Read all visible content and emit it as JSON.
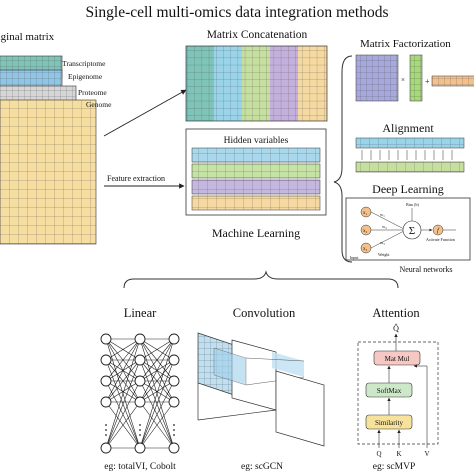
{
  "title": "Single-cell multi-omics data integration methods",
  "original_matrix": {
    "label": "Original matrix",
    "layers": [
      "Transcriptome",
      "Epigenome",
      "Proteome",
      "Genome"
    ]
  },
  "feature_extraction": "Feature extraction",
  "matrix_concatenation": "Matrix Concatenation",
  "machine_learning": {
    "title": "Machine Learning",
    "hidden": "Hidden variables"
  },
  "matrix_factorization": {
    "title": "Matrix Factorization",
    "times": "×",
    "plus": "+",
    "dots": "···"
  },
  "alignment": "Alignment",
  "deep_learning": {
    "title": "Deep Learning",
    "neuron": {
      "bias": "Bias (b)",
      "weight": "Weight",
      "input": "Input",
      "activation": "Activate Function",
      "sum": "Σ",
      "f": "f",
      "w1": "w₁",
      "w2": "w₂",
      "w3": "w₃",
      "x1": "x₁",
      "x2": "x₂",
      "x3": "x₃"
    },
    "caption": "Neural networks"
  },
  "methods": [
    {
      "title": "Linear",
      "example": "eg: totalVI, Cobolt"
    },
    {
      "title": "Convolution",
      "example": "eg: scGCN"
    },
    {
      "title": "Attention",
      "example": "eg: scMVP"
    }
  ],
  "attention_block": {
    "matmul": "Mat Mul",
    "softmax": "SoftMax",
    "similarity": "Similarity",
    "q": "Q",
    "k": "K",
    "v": "V",
    "out": "Q̂"
  },
  "colors": {
    "transcriptome": "#7fc4b8",
    "epigenome": "#8fc6e8",
    "proteome": "#cfcfcf",
    "genome": "#f6dea0",
    "concat": [
      "#7fc4b8",
      "#9ad4ea",
      "#c6dfa0",
      "#c4b0dc",
      "#f6d9a0"
    ],
    "hidden": [
      "#a9d8ec",
      "#c4e3a4",
      "#c4b8e0",
      "#f6d9a0"
    ],
    "matmul": "#f6c8c4",
    "softmax": "#cde8c8",
    "similarity": "#f7e29c"
  }
}
